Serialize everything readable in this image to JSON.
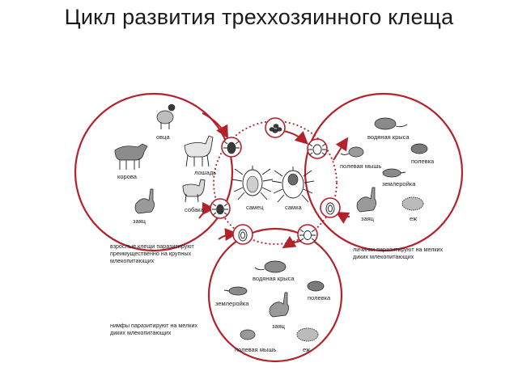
{
  "title": "Цикл развития трехxозяинного клеща",
  "adults": {
    "hosts": [
      "овца",
      "корова",
      "лошадь",
      "собака",
      "заяц"
    ],
    "caption": [
      "взрослые клещи паразитируют",
      "преимущественно на крупных",
      "млекопитающих"
    ]
  },
  "center": {
    "male": "самец",
    "female": "самка"
  },
  "larvae": {
    "hosts": [
      "водяная крыса",
      "полевая мышь",
      "полевка",
      "землеройка",
      "заяц",
      "еж"
    ],
    "caption": [
      "личинки паразитируют на мелких",
      "диких млекопитающих"
    ]
  },
  "nymphs": {
    "hosts": [
      "водяная крыса",
      "землеройка",
      "полевка",
      "заяц",
      "полевая мышь",
      "еж"
    ],
    "caption": [
      "нимфы паразитируют на мелких",
      "диких млекопитающих"
    ]
  },
  "colors": {
    "ring": "#b3222a",
    "ink": "#1e1e1e"
  },
  "icons": {
    "stages": [
      "egg-cluster-icon",
      "larva-icon",
      "nymph-icon",
      "engorged-tick-icon",
      "adult-tick-icon"
    ],
    "animals": [
      "sheep-icon",
      "cow-icon",
      "horse-icon",
      "dog-icon",
      "hare-icon",
      "rat-icon",
      "mouse-icon",
      "vole-icon",
      "shrew-icon",
      "hedgehog-icon"
    ]
  }
}
